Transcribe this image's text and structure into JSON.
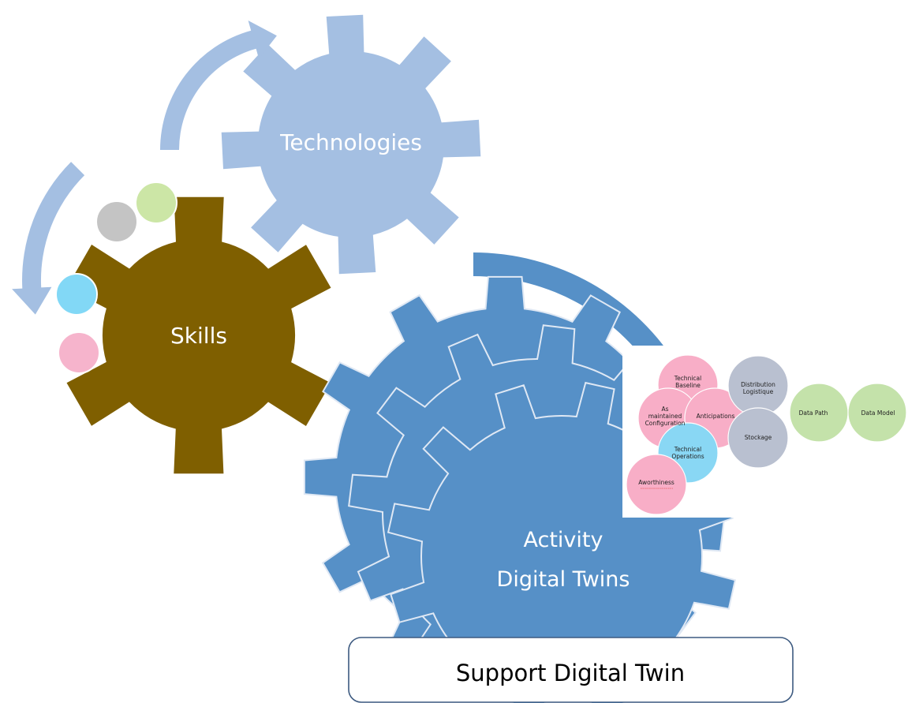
{
  "gears": {
    "technologies": {
      "label": "Technologies",
      "color": "#a4bfe2"
    },
    "skills": {
      "label": "Skills",
      "color": "#7f5f00"
    },
    "activity": {
      "label_line1": "Activity",
      "label_line2": "Digital Twins",
      "color": "#5690c7",
      "outline": "#dfe8f4"
    }
  },
  "arrow_color_light": "#a4bfe2",
  "arrow_color_dark": "#5690c7",
  "skill_dots": [
    {
      "name": "green-dot",
      "color": "#cce6a6"
    },
    {
      "name": "gray-dot",
      "color": "#c4c4c4"
    },
    {
      "name": "cyan-dot",
      "color": "#82d8f6"
    },
    {
      "name": "pink-dot",
      "color": "#f6b4cc"
    }
  ],
  "venn": {
    "technical_baseline": {
      "line1": "Technical",
      "line2": "Baseline"
    },
    "as_maintained": {
      "line1": "As",
      "line2": "maintained",
      "line3": "Configuration"
    },
    "anticipations": "Anticipations",
    "distribution_logistique": {
      "line1": "Distribution",
      "line2": "Logistique"
    },
    "stockage": "Stockage",
    "technical_operations": {
      "line1": "Technical",
      "line2": "Operations"
    },
    "aworthiness": "Aworthiness",
    "data_path": "Data Path",
    "data_model": "Data Model",
    "colors": {
      "pink": "#f68fb2",
      "gray": "#9fa9bf",
      "cyan": "#5cc9f0",
      "green": "#aed88a"
    }
  },
  "support_box": {
    "label": "Support Digital Twin",
    "border_color": "#3d5a80"
  }
}
